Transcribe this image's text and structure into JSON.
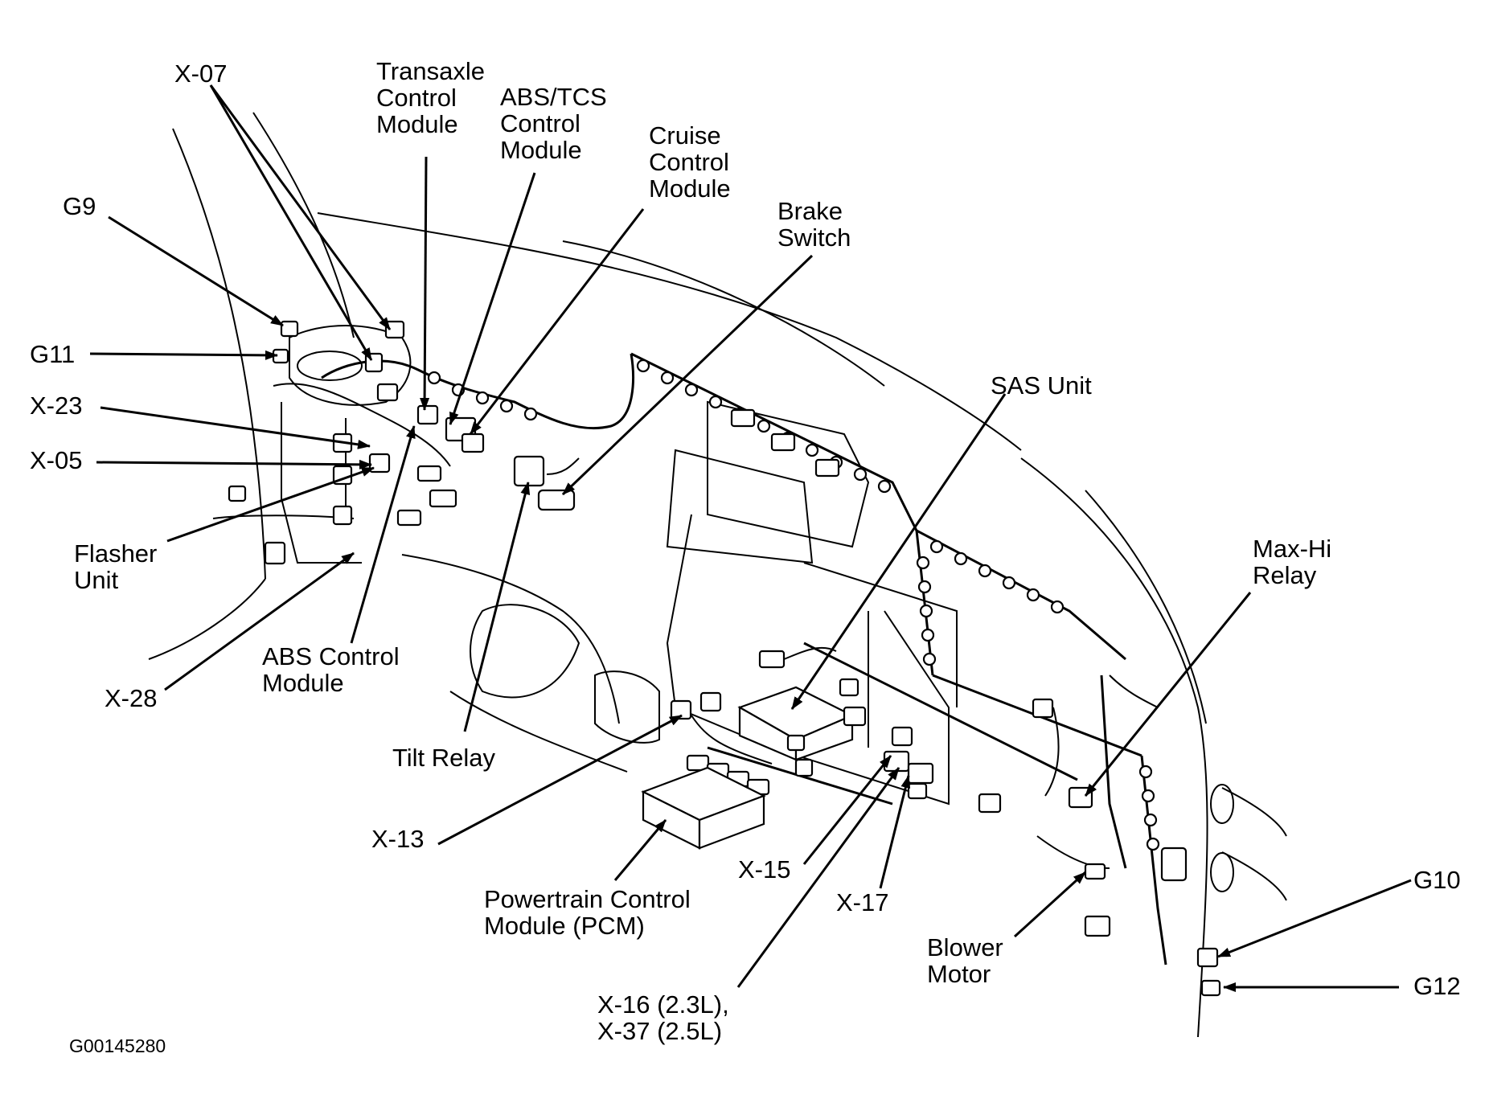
{
  "labels": {
    "x07": "X-07",
    "g9": "G9",
    "g11": "G11",
    "x23": "X-23",
    "x05": "X-05",
    "flasher": [
      "Flasher",
      "Unit"
    ],
    "x28": "X-28",
    "transaxle": [
      "Transaxle",
      "Control",
      "Module"
    ],
    "abs_tcs": [
      "ABS/TCS",
      "Control",
      "Module"
    ],
    "cruise": [
      "Cruise",
      "Control",
      "Module"
    ],
    "brake": [
      "Brake",
      "Switch"
    ],
    "sas": "SAS Unit",
    "maxhi": [
      "Max-Hi",
      "Relay"
    ],
    "abs_control": [
      "ABS Control",
      "Module"
    ],
    "tilt": "Tilt Relay",
    "x13": "X-13",
    "pcm": [
      "Powertrain Control",
      "Module (PCM)"
    ],
    "x15": "X-15",
    "x17": "X-17",
    "x16": [
      "X-16 (2.3L),",
      "X-37 (2.5L)"
    ],
    "blower": [
      "Blower",
      "Motor"
    ],
    "g10": "G10",
    "g12": "G12"
  },
  "figure_code": "G00145280"
}
